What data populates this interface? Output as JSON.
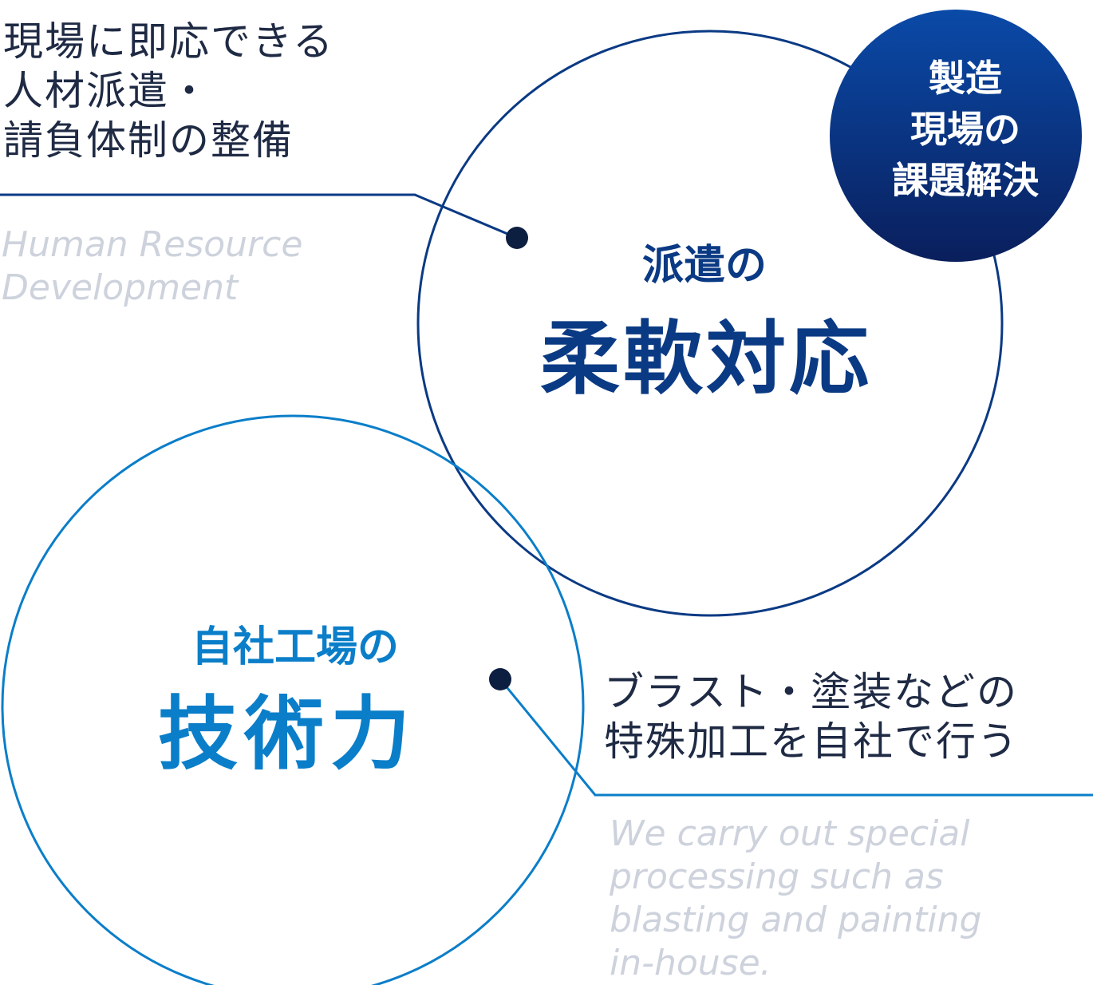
{
  "top_left": {
    "heading_lines": [
      "現場に即応できる",
      "人材派遣・",
      "請負体制の整備"
    ],
    "english_lines": [
      "Human Resource",
      "Development"
    ]
  },
  "circle_haken": {
    "label_small": "派遣の",
    "label_large": "柔軟対応"
  },
  "badge": {
    "lines": [
      "製造",
      "現場の",
      "課題解決"
    ]
  },
  "circle_jisha": {
    "label_small": "自社工場の",
    "label_large": "技術力"
  },
  "bottom_right": {
    "heading_lines": [
      "ブラスト・塗装などの",
      "特殊加工を自社で行う"
    ],
    "english_lines": [
      "We carry out special",
      "processing such as",
      "blasting and painting",
      "in-house."
    ]
  },
  "colors": {
    "navy": "#0b3a84",
    "sky_blue": "#0b7ec9",
    "dark_text": "#1f2a44",
    "english_text": "#cdd2dc",
    "badge_gradient_top": "#0a4aa8",
    "badge_gradient_bottom": "#0a1f5c"
  }
}
